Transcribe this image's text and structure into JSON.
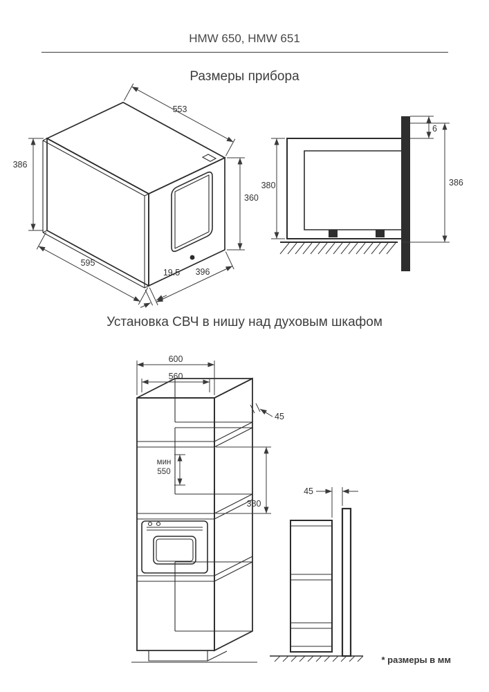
{
  "header": {
    "title": "HMW 650, HMW 651"
  },
  "sections": {
    "dimensions": {
      "title": "Размеры прибора",
      "iso": {
        "width_top": "553",
        "height_left": "386",
        "height_right": "360",
        "width_bottom": "595",
        "door_thickness": "19.5",
        "depth": "396"
      },
      "section_view": {
        "top_gap": "6",
        "niche_height": "380",
        "total_height": "386"
      }
    },
    "installation": {
      "title": "Установка СВЧ в нишу над духовым шкафом",
      "cabinet": {
        "outer_width": "600",
        "inner_width": "560",
        "rear_gap": "45",
        "min_depth_line1": "мин",
        "min_depth_line2": "550",
        "niche_height": "380"
      },
      "side_view": {
        "rear_gap": "45"
      }
    }
  },
  "footnote": "* размеры в мм"
}
